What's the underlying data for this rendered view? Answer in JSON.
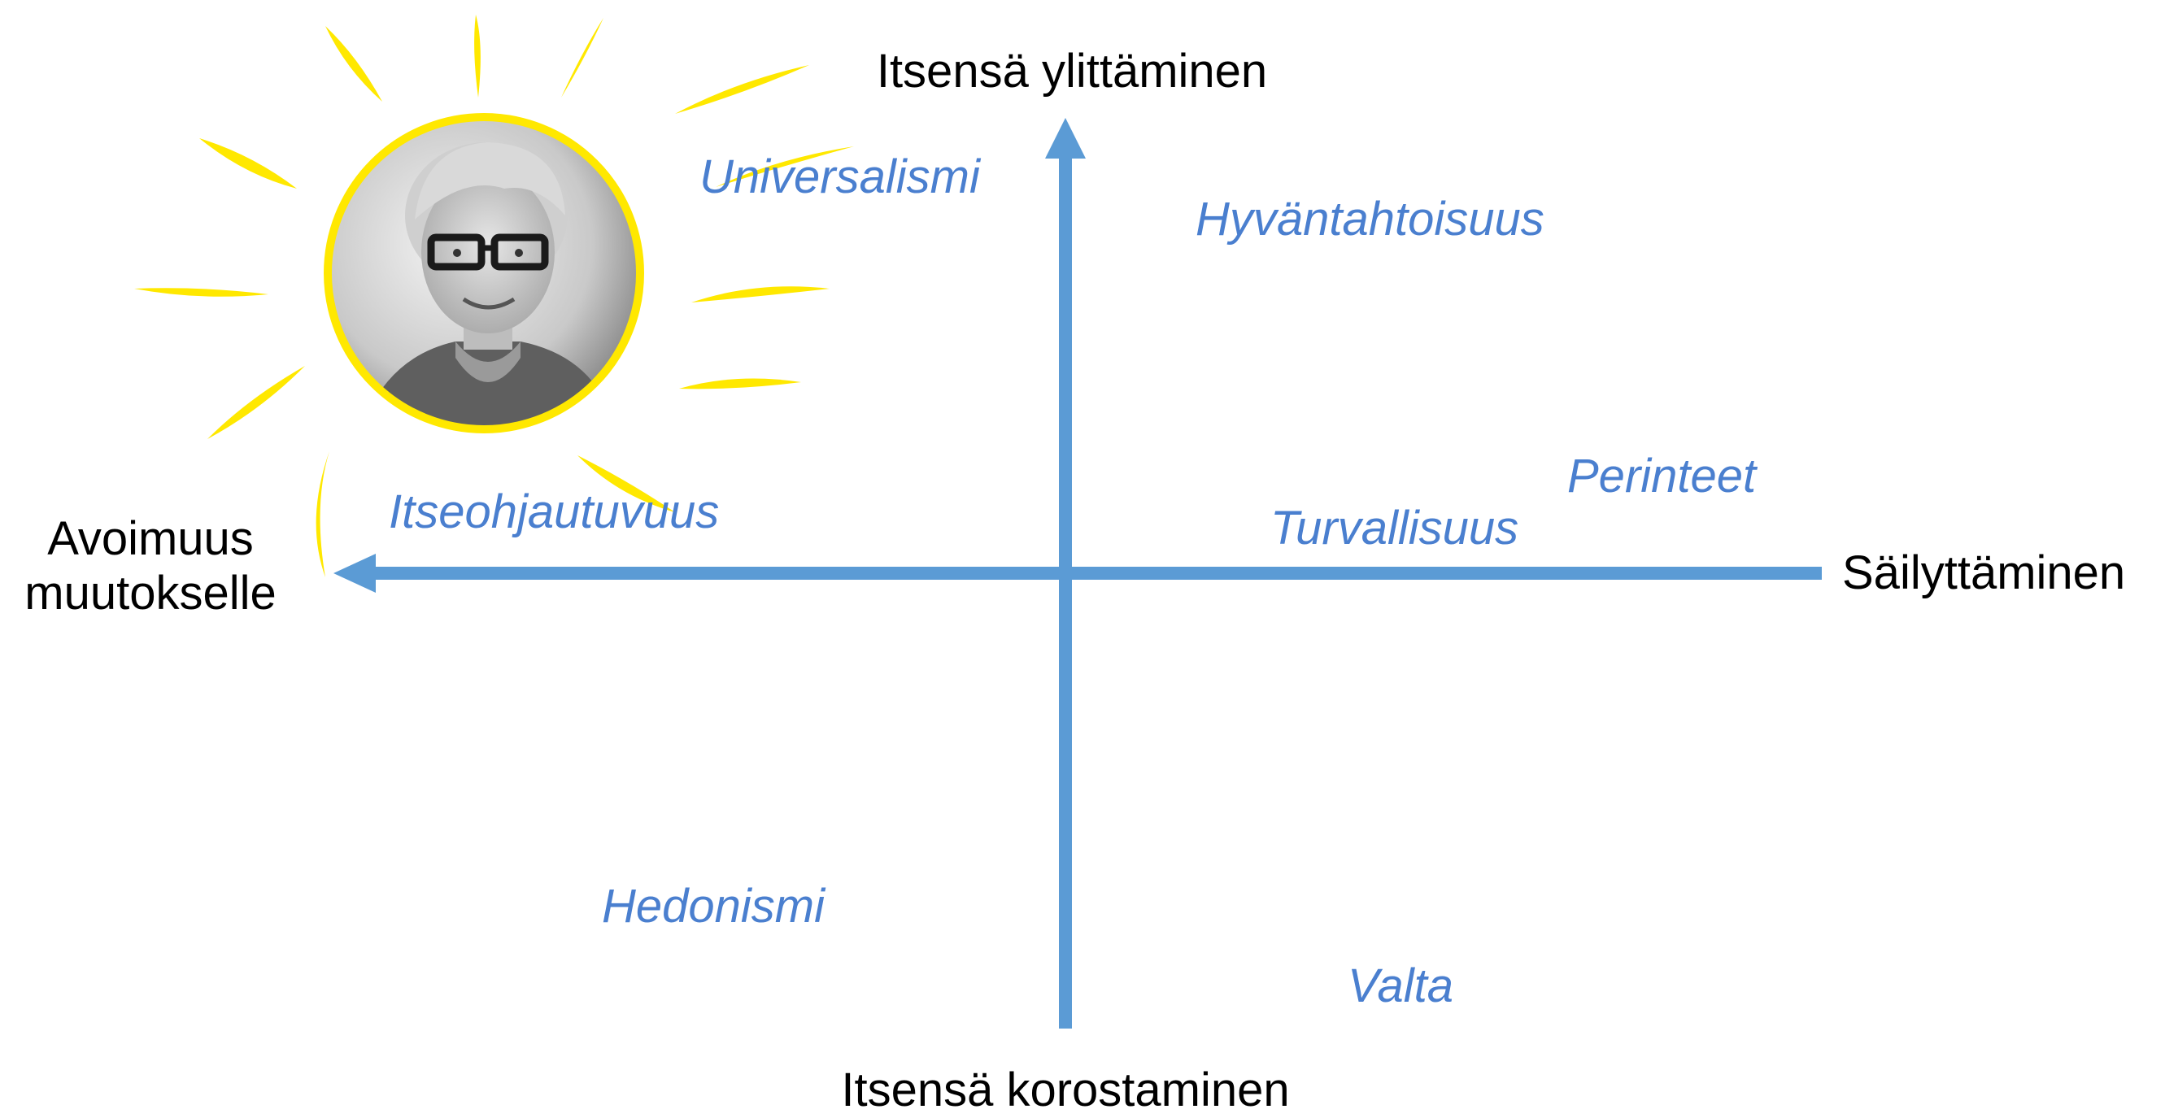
{
  "axes": {
    "top": "Itsensä ylittäminen",
    "bottom": "Itsensä korostaminen",
    "left_line1": "Avoimuus",
    "left_line2": "muutokselle",
    "right": "Säilyttäminen"
  },
  "values": {
    "universalismi": "Universalismi",
    "hyvantahtoisuus": "Hyväntahtoisuus",
    "perinteet": "Perinteet",
    "turvallisuus": "Turvallisuus",
    "itseohjautuvuus": "Itseohjautuvuus",
    "hedonismi": "Hedonismi",
    "valta": "Valta"
  },
  "colors": {
    "axis": "#5b9bd5",
    "value_text": "#4a7fcf",
    "sun": "#ffe800",
    "axis_text": "#000000"
  },
  "icons": {
    "portrait": "person-portrait-photo",
    "sun": "sun-rays-icon"
  }
}
